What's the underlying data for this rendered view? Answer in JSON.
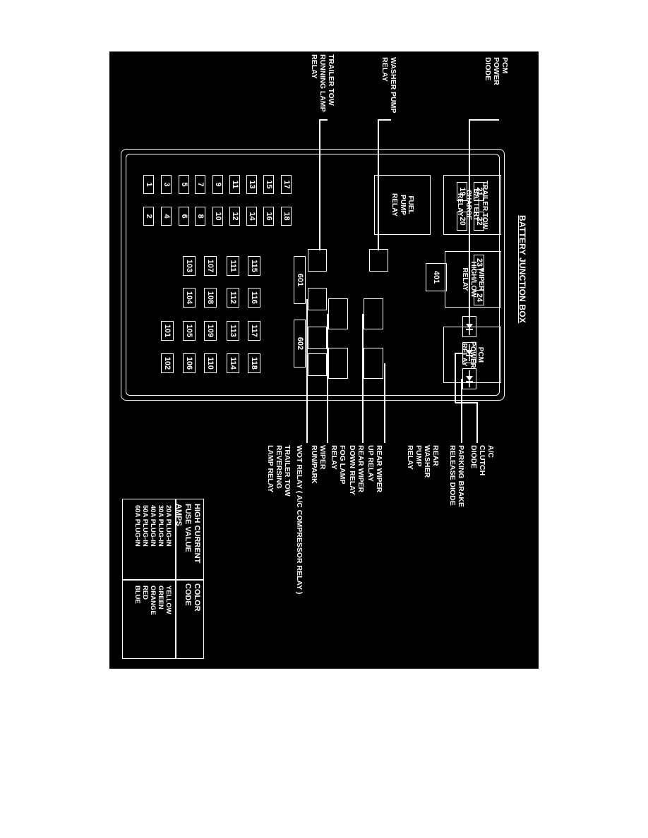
{
  "title": "BATTERY JUNCTION BOX",
  "fuses": [
    "1",
    "2",
    "3",
    "4",
    "5",
    "6",
    "7",
    "8",
    "9",
    "10",
    "11",
    "12",
    "13",
    "14",
    "15",
    "16",
    "17",
    "18",
    "19",
    "20",
    "21",
    "22",
    "23",
    "24",
    "101",
    "102",
    "103",
    "104",
    "105",
    "106",
    "107",
    "108",
    "109",
    "110",
    "111",
    "112",
    "113",
    "114",
    "115",
    "116",
    "117",
    "118",
    "401",
    "601",
    "602"
  ],
  "relays": {
    "fuel_pump": [
      "FUEL",
      "PUMP",
      "RELAY"
    ],
    "trailer_tow_battery_charge": [
      "TRAILER TOW",
      "BATTERY",
      "CHARGE",
      "RELAY"
    ],
    "wiper_high_low": [
      "WIPER",
      "HIGH/LOW",
      "RELAY"
    ],
    "pcm_power": [
      "PCM",
      "POWER",
      "RELAY"
    ]
  },
  "callouts": {
    "pcm_power_diode": [
      "PCM",
      "POWER",
      "DIODE"
    ],
    "washer_pump_relay": [
      "WASHER PUMP",
      "RELAY"
    ],
    "trailer_tow_running_lamp_relay": [
      "TRAILER TOW",
      "RUNNING LAMP",
      "RELAY"
    ],
    "ac_clutch_diode": [
      "A/C",
      "CLUTCH",
      "DIODE"
    ],
    "parking_brake_release_diode": [
      "PARKING BRAKE",
      "RELEASE DIODE"
    ],
    "rear_washer_pump_relay": [
      "REAR",
      "WASHER",
      "PUMP",
      "RELAY"
    ],
    "rear_wiper_up_relay": [
      "REAR WIPER",
      "UP RELAY"
    ],
    "rear_wiper_down_relay": [
      "REAR WIPER",
      "DOWN RELAY"
    ],
    "fog_lamp_relay": [
      "FOG LAMP",
      "RELAY"
    ],
    "wiper_run_park": [
      "WIPER",
      "RUN/PARK"
    ],
    "wot_relay": [
      "WOT RELAY  ( A/C COMPRESSOR RELAY )"
    ],
    "trailer_tow_reversing_lamp_relay": [
      "TRAILER TOW",
      "REVERSING",
      "LAMP RELAY"
    ]
  },
  "legend": {
    "header_left": [
      "HIGH CURRENT",
      "FUSE VALUE AMPS"
    ],
    "header_right": [
      "COLOR",
      "CODE"
    ],
    "rows": [
      {
        "amps": "20A PLUG-IN",
        "color": "YELLOW"
      },
      {
        "amps": "30A PLUG-IN",
        "color": "GREEN"
      },
      {
        "amps": "40A PLUG-IN",
        "color": "ORANGE"
      },
      {
        "amps": "50A PLUG-IN",
        "color": "RED"
      },
      {
        "amps": "60A PLUG-IN",
        "color": "BLUE"
      }
    ]
  }
}
